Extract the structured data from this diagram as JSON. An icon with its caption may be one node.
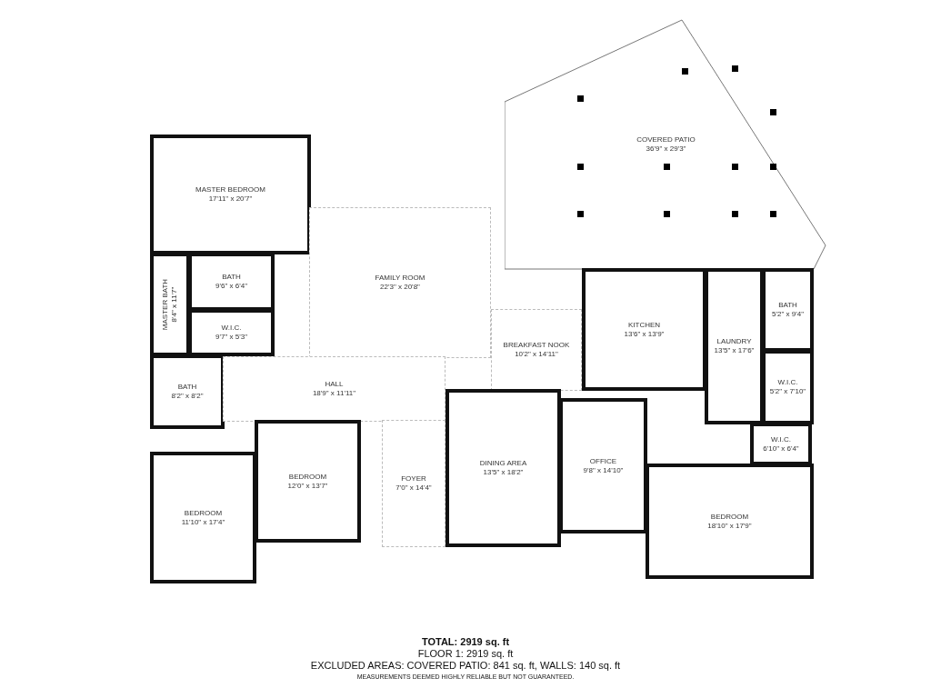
{
  "diagram": {
    "nodes": [
      {
        "text": [
          "COVERED PATIO",
          "36'9\" x 29'3\""
        ]
      },
      {
        "text": [
          "MASTER BEDROOM",
          "17'11\" x 20'7\""
        ]
      },
      {
        "text": [
          "MASTER BATH",
          "8'4\" x 11'7\""
        ]
      },
      {
        "text": [
          "BATH",
          "9'6\" x 6'4\""
        ]
      },
      {
        "text": [
          "FAMILY ROOM",
          "22'3\" x 20'8\""
        ]
      },
      {
        "text": [
          "KITCHEN",
          "13'6\" x 13'9\""
        ]
      },
      {
        "text": [
          "BATH",
          "5'2\" x 9'4\""
        ]
      },
      {
        "text": [
          "W.I.C.",
          "9'7\" x 5'3\""
        ]
      },
      {
        "text": [
          "BREAKFAST NOOK",
          "10'2\" x 14'11\""
        ]
      },
      {
        "text": [
          "LAUNDRY",
          "13'5\" x 17'6\""
        ]
      },
      {
        "text": [
          "BATH",
          "8'2\" x 8'2\""
        ]
      },
      {
        "text": [
          "HALL",
          "18'9\" x 11'11\""
        ]
      },
      {
        "text": [
          "W.I.C.",
          "5'2\" x 7'10\""
        ]
      },
      {
        "text": [
          "FOYER",
          "7'0\" x 14'4\""
        ]
      },
      {
        "text": [
          "BEDROOM",
          "12'0\" x 13'7\""
        ]
      },
      {
        "text": [
          "DINING AREA",
          "13'5\" x 18'2\""
        ]
      },
      {
        "text": [
          "OFFICE",
          "9'8\" x 14'10\""
        ]
      },
      {
        "text": [
          "W.I.C.",
          "6'10\" x 6'4\""
        ]
      },
      {
        "text": [
          "BEDROOM",
          "11'10\" x 17'4\""
        ]
      },
      {
        "text": [
          "BEDROOM",
          "18'10\" x 17'9\""
        ]
      }
    ],
    "labels": [
      "TOTAL: 2919 sq. ft",
      "FLOOR 1: 2919 sq. ft",
      "EXCLUDED AREAS: COVERED PATIO: 841 sq. ft, WALLS: 140 sq. ft",
      "MEASUREMENTS DEEMED HIGHLY RELIABLE BUT NOT GUARANTEED."
    ]
  }
}
